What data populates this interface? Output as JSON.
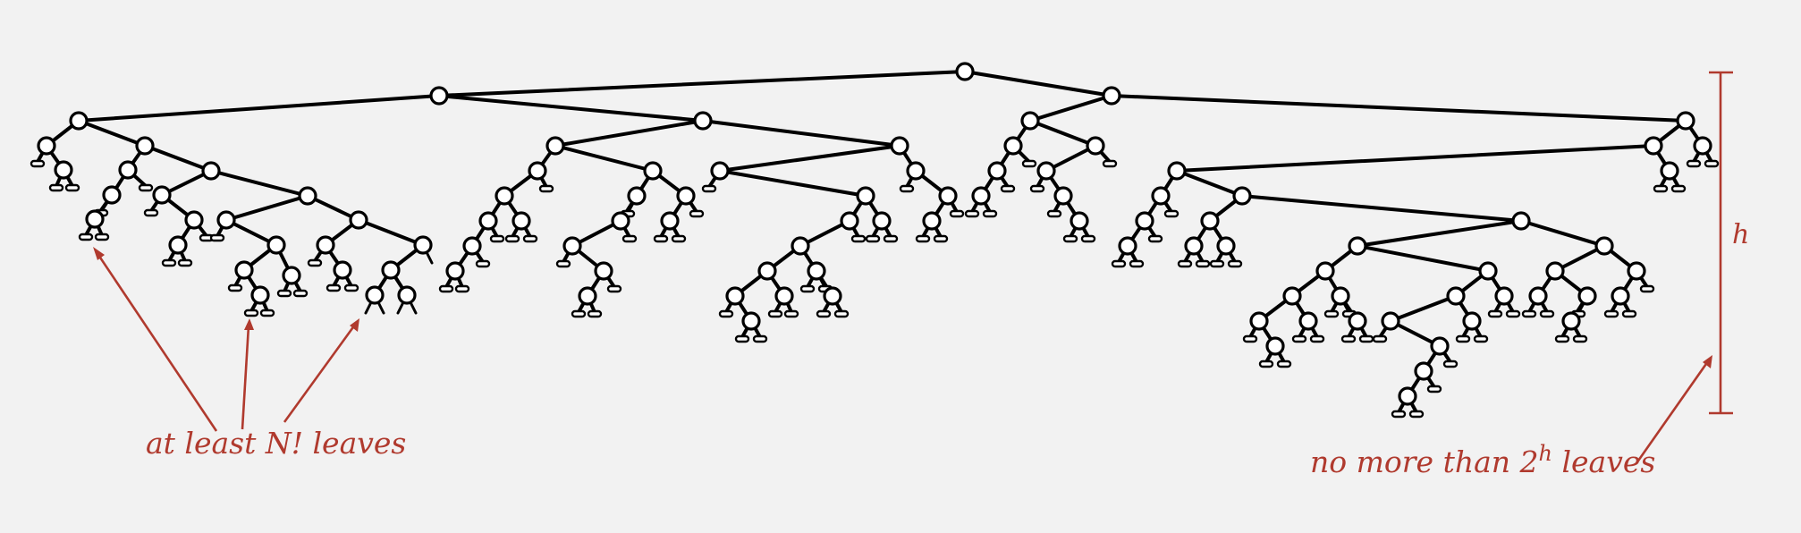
{
  "annotations": {
    "left_label": "at least N! leaves",
    "right_label_prefix": "no more than 2",
    "right_label_exponent": "h",
    "right_label_suffix": " leaves",
    "height_label": "h"
  },
  "colors": {
    "tree": "#000000",
    "node_fill": "#ffffff",
    "annotation": "#b03a2e",
    "background": "#f2f2f2"
  }
}
